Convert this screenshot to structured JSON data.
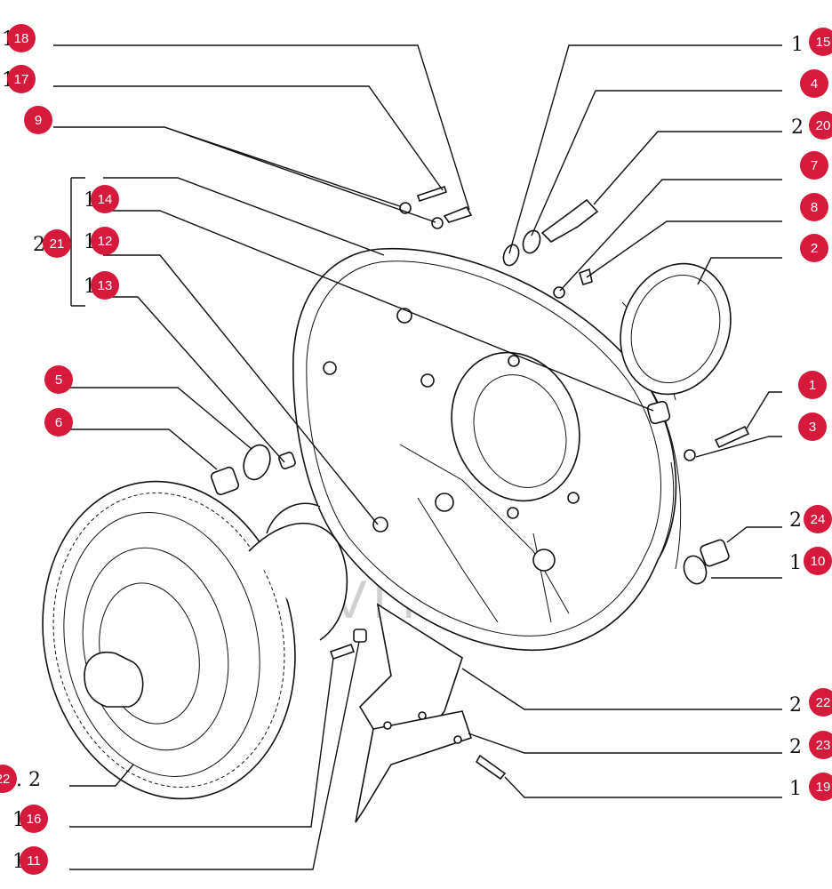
{
  "colors": {
    "badge": "#d61a3c",
    "badge_text": "#ffffff",
    "line": "#111111",
    "watermark": "#f3b3b3"
  },
  "watermark": {
    "text": "IVITEX"
  },
  "callouts": [
    {
      "id": "c18",
      "number": "18",
      "base": "1"
    },
    {
      "id": "c17",
      "number": "17",
      "base": "1"
    },
    {
      "id": "c9",
      "number": "9",
      "base": ""
    },
    {
      "id": "c14",
      "number": "14",
      "base": "1"
    },
    {
      "id": "c21",
      "number": "21",
      "base": "2"
    },
    {
      "id": "c12",
      "number": "12",
      "base": "1"
    },
    {
      "id": "c13",
      "number": "13",
      "base": "1"
    },
    {
      "id": "c5",
      "number": "5",
      "base": ""
    },
    {
      "id": "c6",
      "number": "6",
      "base": ""
    },
    {
      "id": "c15",
      "number": "15",
      "base": "1"
    },
    {
      "id": "c4",
      "number": "4",
      "base": ""
    },
    {
      "id": "c20",
      "number": "20",
      "base": "2"
    },
    {
      "id": "c7",
      "number": "7",
      "base": ""
    },
    {
      "id": "c8",
      "number": "8",
      "base": ""
    },
    {
      "id": "c2",
      "number": "2",
      "base": ""
    },
    {
      "id": "c1",
      "number": "1",
      "base": ""
    },
    {
      "id": "c3",
      "number": "3",
      "base": ""
    },
    {
      "id": "c24",
      "number": "24",
      "base": "2"
    },
    {
      "id": "c10",
      "number": "10",
      "base": "1"
    },
    {
      "id": "c22",
      "number": "22",
      "base": "2"
    },
    {
      "id": "c23",
      "number": "23",
      "base": "2"
    },
    {
      "id": "c19",
      "number": "19",
      "base": "1"
    },
    {
      "id": "c16",
      "number": "16",
      "base": "1"
    },
    {
      "id": "c11",
      "number": "11",
      "base": "1"
    },
    {
      "id": "c22b",
      "number": "22",
      "base": ". 2"
    }
  ]
}
